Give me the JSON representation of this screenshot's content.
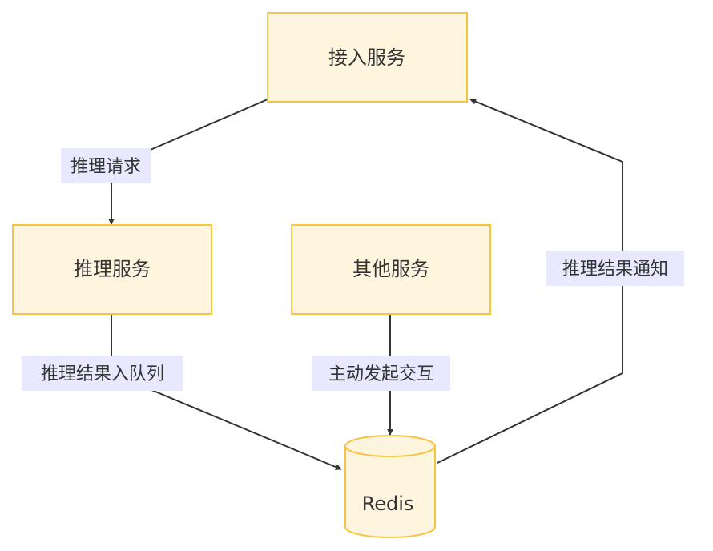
{
  "nodes": {
    "access": "接入服务",
    "inference": "推理服务",
    "other": "其他服务",
    "redis": "Redis"
  },
  "edges": {
    "inference_request": "推理请求",
    "result_enqueue": "推理结果入队列",
    "active_interaction": "主动发起交互",
    "result_notify": "推理结果通知"
  },
  "colors": {
    "node_fill": "#fff4dd",
    "node_stroke": "#f5c542",
    "edge_stroke": "#333333",
    "label_bg": "#e8e8ff",
    "text": "#333333"
  }
}
